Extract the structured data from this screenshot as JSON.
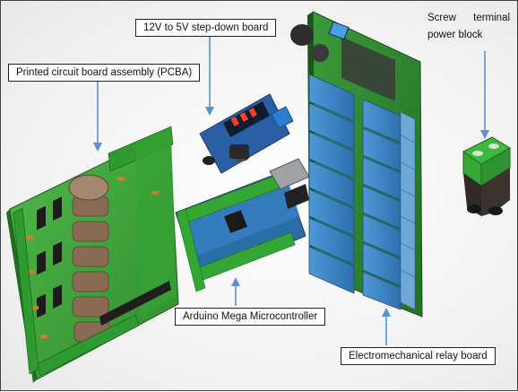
{
  "labels": {
    "step_down": "12V to 5V step-down board",
    "pcba": "Printed circuit board assembly (PCBA)",
    "screw_line1": "Screw      terminal",
    "screw_line2": "power block",
    "arduino": "Arduino Mega Microcontroller",
    "relay": "Electromechanical relay board"
  },
  "colors": {
    "pcb_green": "#3fa53a",
    "relay_blue": "#3c86c8",
    "arduino_blue": "#2a6ea8",
    "stepdown_blue": "#2a5fa5",
    "terminal_green": "#39a83a",
    "arrow_blue": "#5b8fd4"
  }
}
